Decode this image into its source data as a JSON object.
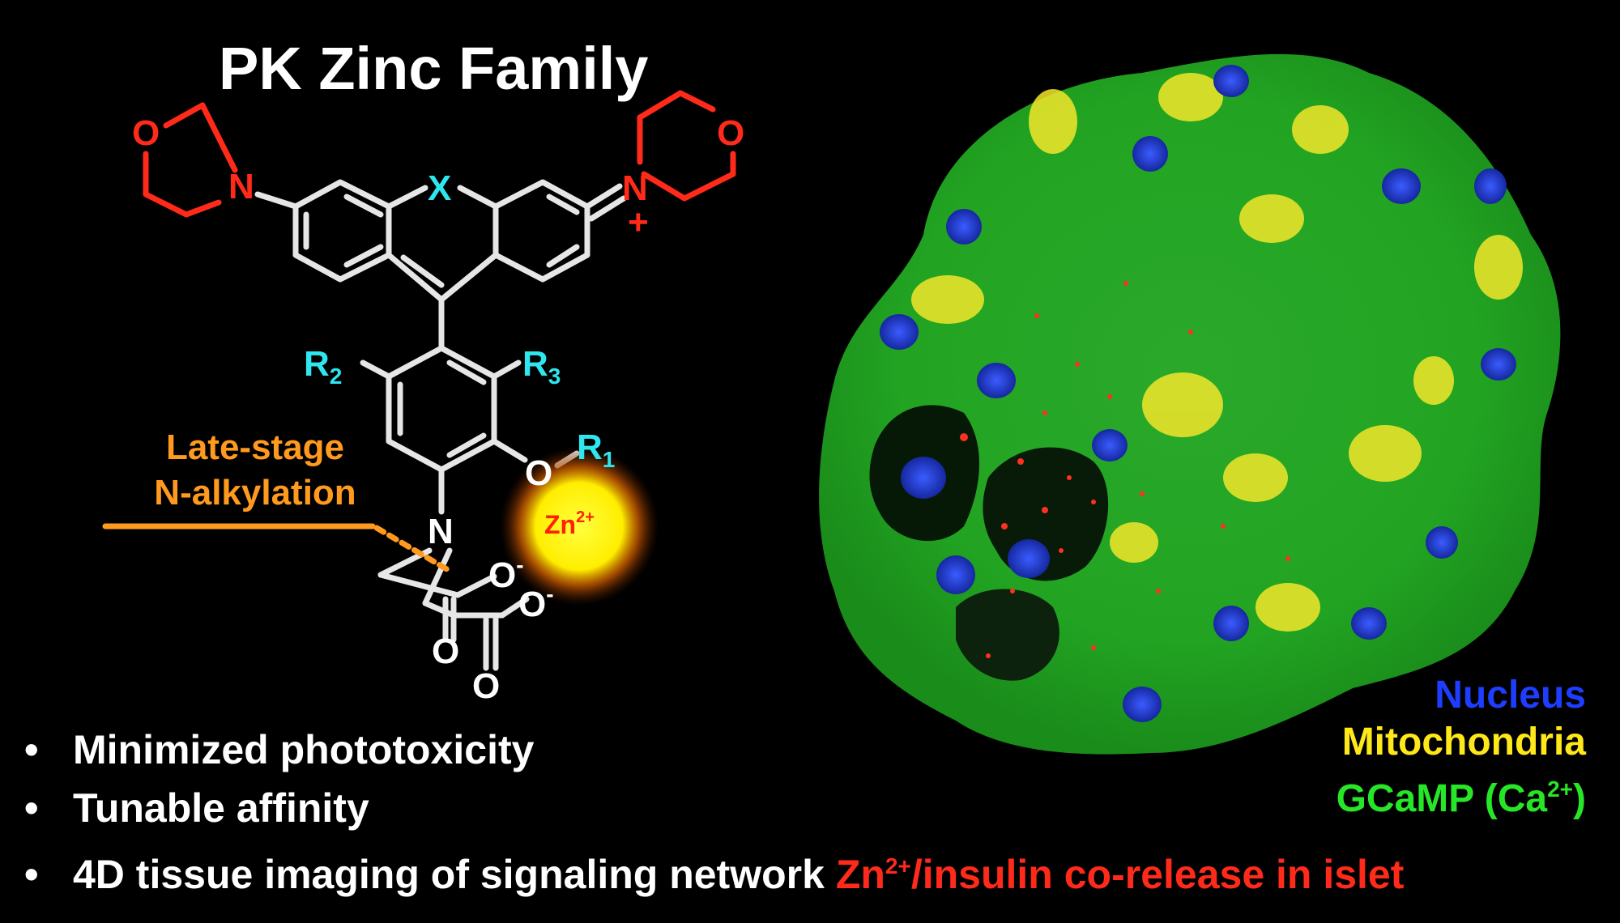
{
  "title": "PK Zinc Family",
  "molecule": {
    "atom_O": "O",
    "atom_N": "N",
    "atom_X": "X",
    "atom_R": "R",
    "sub_1": "1",
    "sub_2": "2",
    "sub_3": "3",
    "plus": "+",
    "minus": "-",
    "zn_symbol": "Zn",
    "zn_charge": "2+"
  },
  "late_stage": {
    "line1": "Late-stage",
    "line2": "N-alkylation"
  },
  "bullets": {
    "marker": "•",
    "item1": "Minimized phototoxicity",
    "item2": "Tunable affinity",
    "item3_white": "4D tissue imaging of signaling network",
    "item3_zn": "Zn",
    "item3_charge": "2+",
    "item3_red": "/insulin co-release in islet"
  },
  "legend": {
    "nucleus": "Nucleus",
    "mitochondria": "Mitochondria",
    "gcamp": "GCaMP (Ca",
    "gcamp_charge": "2+",
    "gcamp_close": ")"
  },
  "colors": {
    "red": "#ff2a1a",
    "cyan": "#2ee6ee",
    "orange": "#ff9a1e",
    "yellow": "#ffe81a",
    "green": "#27e627",
    "blue": "#1e3dff"
  }
}
